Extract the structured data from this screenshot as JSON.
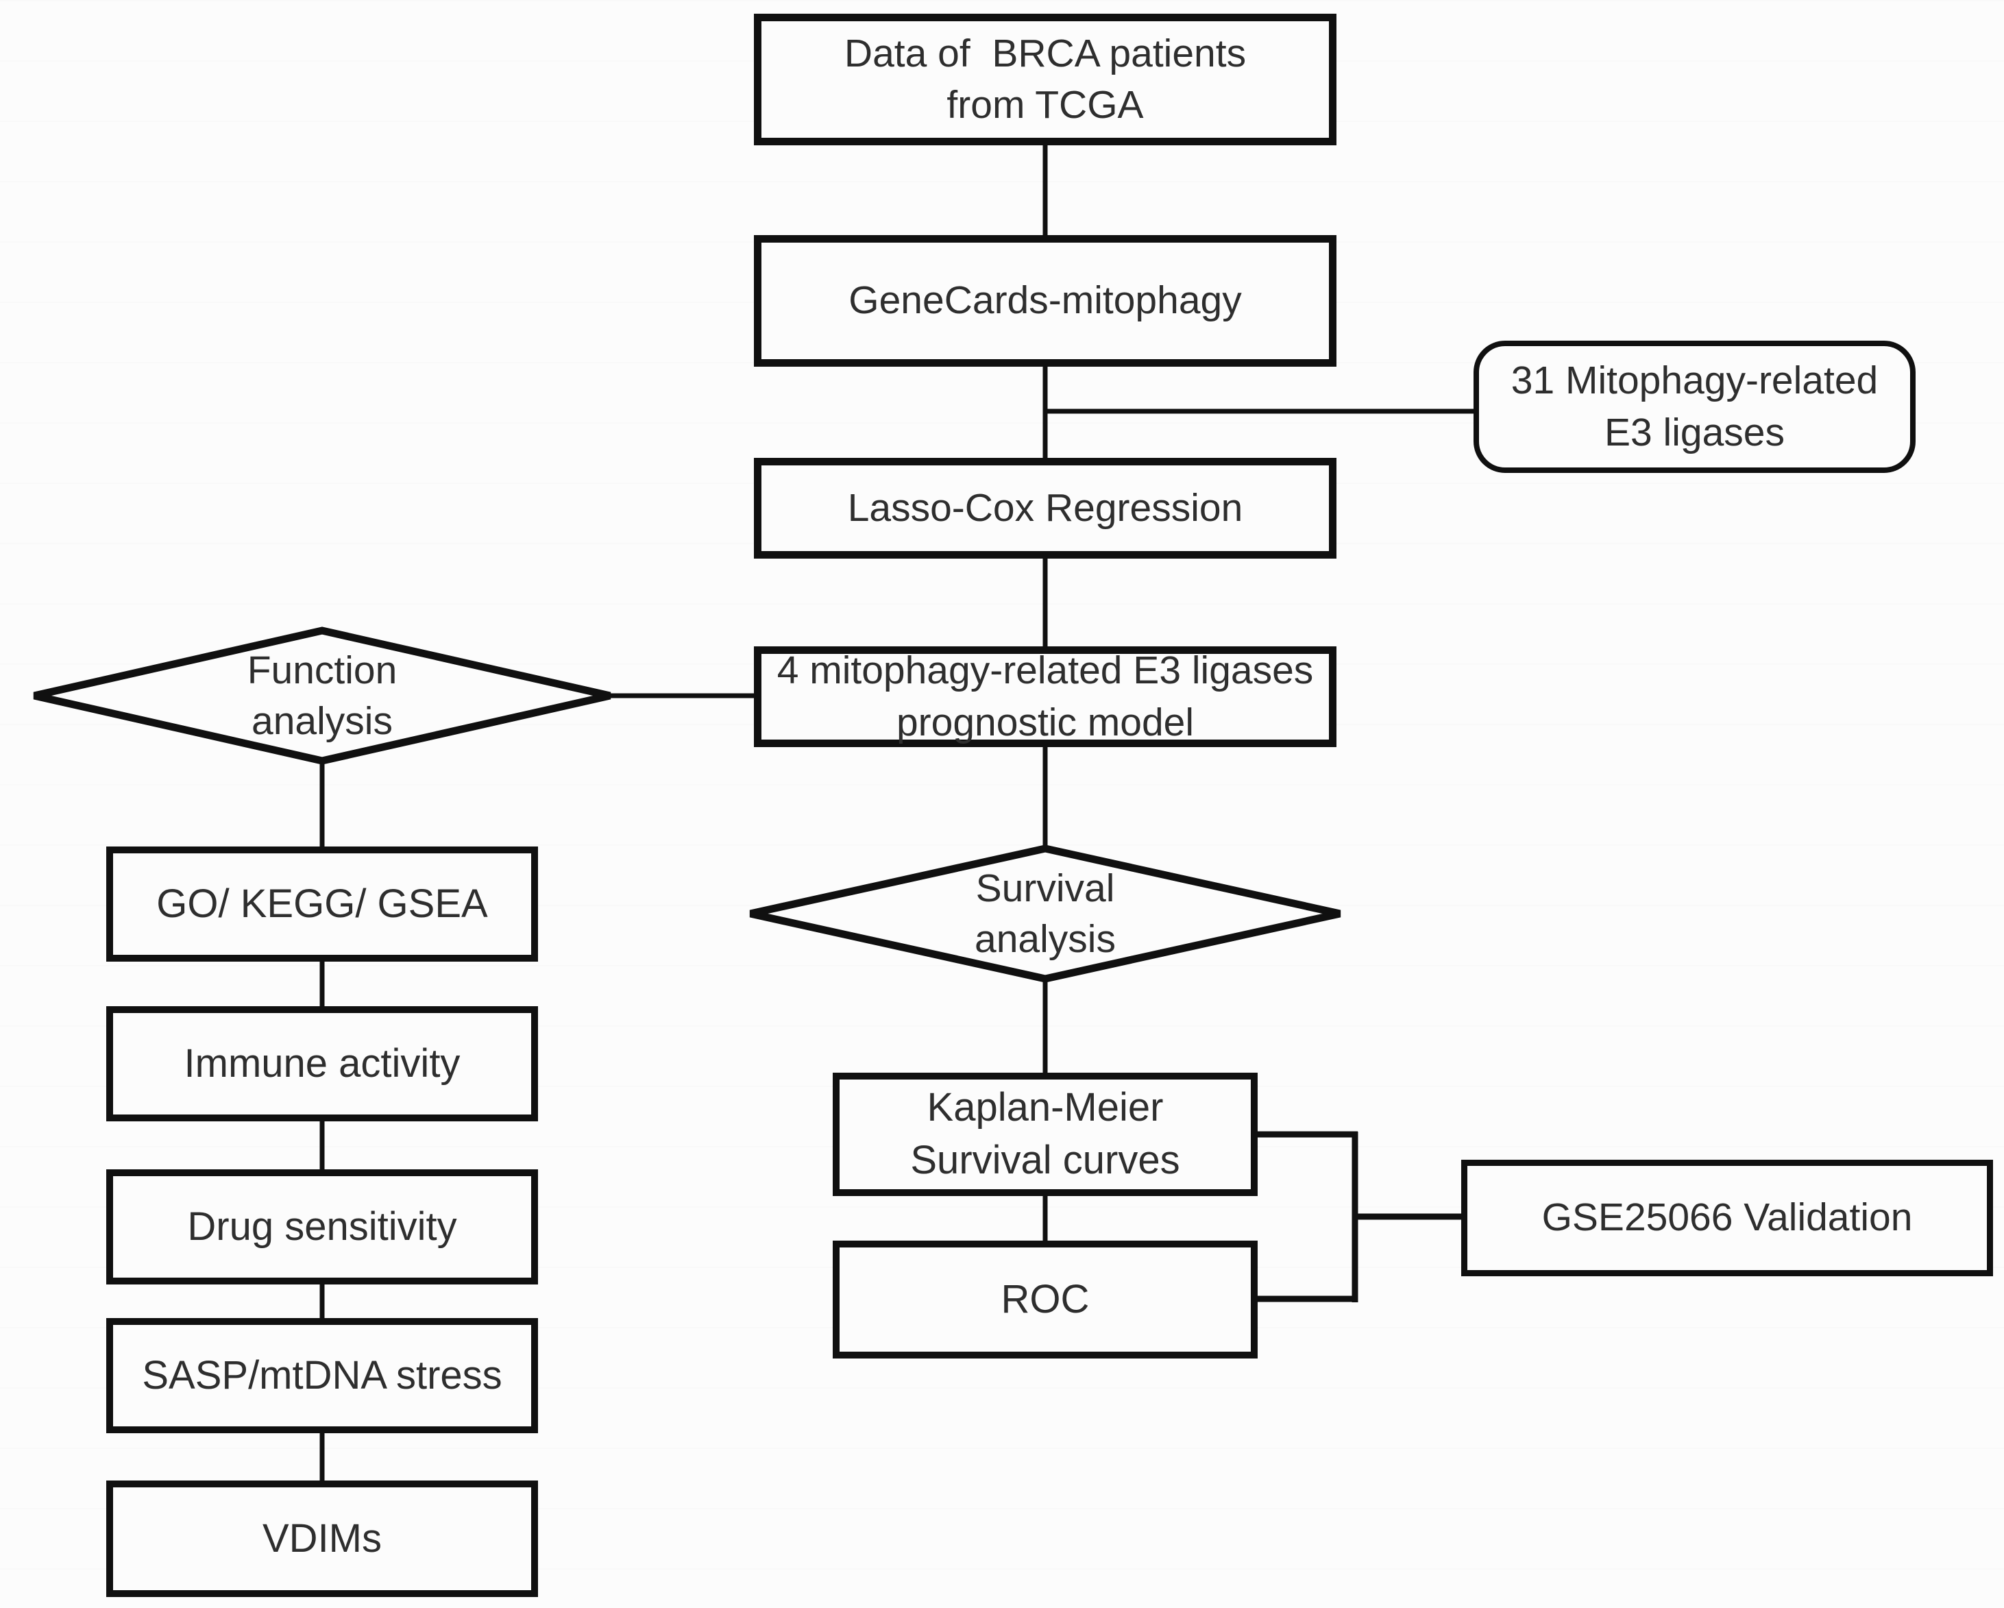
{
  "figure": {
    "type": "flowchart",
    "colors": {
      "background": "#fcfcfc",
      "line": "#101010",
      "text": "#2e2e2e"
    }
  },
  "nodes": {
    "tcga": {
      "line1": "Data of  BRCA patients",
      "line2": "from TCGA"
    },
    "genecards": {
      "label": "GeneCards-mitophagy"
    },
    "e3_ligases": {
      "line1": "31 Mitophagy-related",
      "line2": "E3 ligases"
    },
    "lasso": {
      "label": "Lasso-Cox Regression"
    },
    "model": {
      "line1": "4 mitophagy-related E3 ligases",
      "line2": "prognostic model"
    },
    "function_analysis": {
      "line1": "Function",
      "line2": "analysis"
    },
    "go_kegg_gsea": {
      "label": "GO/ KEGG/ GSEA"
    },
    "immune": {
      "label": "Immune activity"
    },
    "drug": {
      "label": "Drug sensitivity"
    },
    "sasp": {
      "label": "SASP/mtDNA stress"
    },
    "vdims": {
      "label": "VDIMs"
    },
    "survival_analysis": {
      "line1": "Survival",
      "line2": "analysis"
    },
    "kaplan_meier": {
      "line1": "Kaplan-Meier",
      "line2": "Survival curves"
    },
    "roc": {
      "label": "ROC"
    },
    "gse": {
      "label": "GSE25066 Validation"
    }
  }
}
